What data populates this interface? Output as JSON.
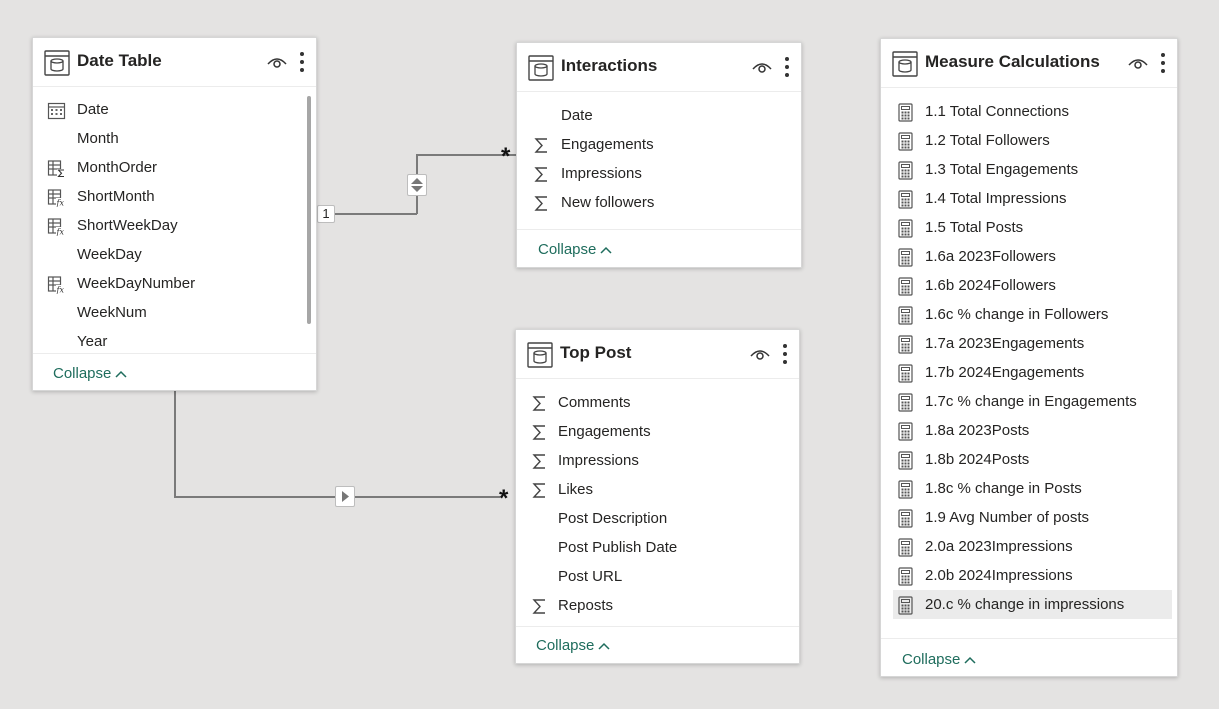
{
  "date_table": {
    "title": "Date Table",
    "fields": [
      {
        "label": "Date",
        "icon": "calendar-icon"
      },
      {
        "label": "Month",
        "icon": ""
      },
      {
        "label": "MonthOrder",
        "icon": "calculated-column-sum-icon"
      },
      {
        "label": "ShortMonth",
        "icon": "calculated-column-fx-icon"
      },
      {
        "label": "ShortWeekDay",
        "icon": "calculated-column-fx-icon"
      },
      {
        "label": "WeekDay",
        "icon": ""
      },
      {
        "label": "WeekDayNumber",
        "icon": "calculated-column-fx-icon"
      },
      {
        "label": "WeekNum",
        "icon": ""
      },
      {
        "label": "Year",
        "icon": ""
      }
    ],
    "collapse_label": "Collapse"
  },
  "interactions": {
    "title": "Interactions",
    "fields": [
      {
        "label": "Date",
        "icon": ""
      },
      {
        "label": "Engagements",
        "icon": "sigma-icon"
      },
      {
        "label": "Impressions",
        "icon": "sigma-icon"
      },
      {
        "label": "New followers",
        "icon": "sigma-icon"
      }
    ],
    "collapse_label": "Collapse"
  },
  "top_post": {
    "title": "Top Post",
    "fields": [
      {
        "label": "Comments",
        "icon": "sigma-icon"
      },
      {
        "label": "Engagements",
        "icon": "sigma-icon"
      },
      {
        "label": "Impressions",
        "icon": "sigma-icon"
      },
      {
        "label": "Likes",
        "icon": "sigma-icon"
      },
      {
        "label": "Post Description",
        "icon": ""
      },
      {
        "label": "Post Publish Date",
        "icon": ""
      },
      {
        "label": "Post URL",
        "icon": ""
      },
      {
        "label": "Reposts",
        "icon": "sigma-icon"
      }
    ],
    "collapse_label": "Collapse"
  },
  "measure_calculations": {
    "title": "Measure Calculations",
    "fields": [
      {
        "label": "1.1 Total Connections",
        "icon": "calculator-icon"
      },
      {
        "label": "1.2 Total Followers",
        "icon": "calculator-icon"
      },
      {
        "label": "1.3 Total Engagements",
        "icon": "calculator-icon"
      },
      {
        "label": "1.4 Total Impressions",
        "icon": "calculator-icon"
      },
      {
        "label": "1.5 Total Posts",
        "icon": "calculator-icon"
      },
      {
        "label": "1.6a 2023Followers",
        "icon": "calculator-icon"
      },
      {
        "label": "1.6b 2024Followers",
        "icon": "calculator-icon"
      },
      {
        "label": "1.6c % change in Followers",
        "icon": "calculator-icon"
      },
      {
        "label": "1.7a 2023Engagements",
        "icon": "calculator-icon"
      },
      {
        "label": "1.7b 2024Engagements",
        "icon": "calculator-icon"
      },
      {
        "label": "1.7c % change in Engagements",
        "icon": "calculator-icon"
      },
      {
        "label": "1.8a 2023Posts",
        "icon": "calculator-icon"
      },
      {
        "label": "1.8b 2024Posts",
        "icon": "calculator-icon"
      },
      {
        "label": "1.8c % change in Posts",
        "icon": "calculator-icon"
      },
      {
        "label": "1.9 Avg Number of posts",
        "icon": "calculator-icon"
      },
      {
        "label": "2.0a 2023Impressions",
        "icon": "calculator-icon"
      },
      {
        "label": "2.0b 2024Impressions",
        "icon": "calculator-icon"
      },
      {
        "label": "20.c % change in impressions",
        "icon": "calculator-icon",
        "selected": true
      }
    ],
    "collapse_label": "Collapse"
  },
  "relationships": {
    "date_interactions": {
      "one_label": "1",
      "many_label": "*",
      "direction": "both"
    },
    "date_top_post": {
      "many_label": "*",
      "direction": "single"
    }
  },
  "colors": {
    "canvas": "#e4e3e2",
    "card": "#ffffff",
    "collapse_link": "#1f6d5d",
    "selected_row": "#ebebeb"
  }
}
